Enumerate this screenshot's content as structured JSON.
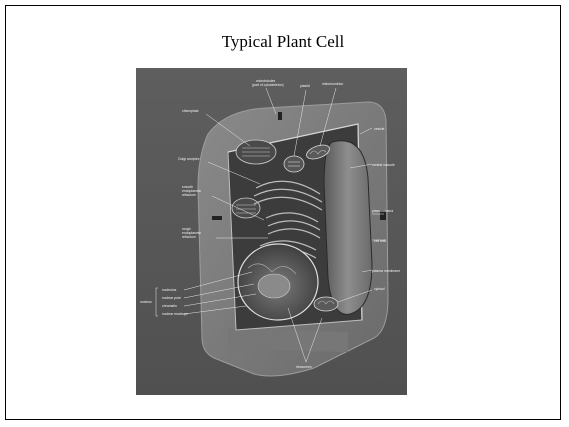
{
  "slide": {
    "title": "Typical Plant Cell"
  },
  "labels": {
    "microtubules": "microtubules",
    "cytoskeleton": "(part of cytoskeleton)",
    "plastid": "plastid",
    "mitochondrion": "mitochondrion",
    "chloroplast": "chloroplast",
    "vesicle": "vesicle",
    "golgi": "Golgi complex",
    "central_vacuole": "central vacuole",
    "smooth_er_1": "smooth",
    "smooth_er_2": "endoplasmic",
    "smooth_er_3": "reticulum",
    "plasmodesma": "plasmodesma",
    "rough_er_1": "rough",
    "rough_er_2": "endoplasmic",
    "rough_er_3": "reticulum",
    "cell_wall": "cell wall",
    "plasma_membrane": "plasma membrane",
    "nucleolus": "nucleolus",
    "nuclear_pore": "nuclear pore",
    "nucleus": "nucleus",
    "chromatin": "chromatin",
    "nuclear_envelope": "nuclear envelope",
    "cytosol": "cytosol",
    "ribosomes": "ribosomes"
  }
}
